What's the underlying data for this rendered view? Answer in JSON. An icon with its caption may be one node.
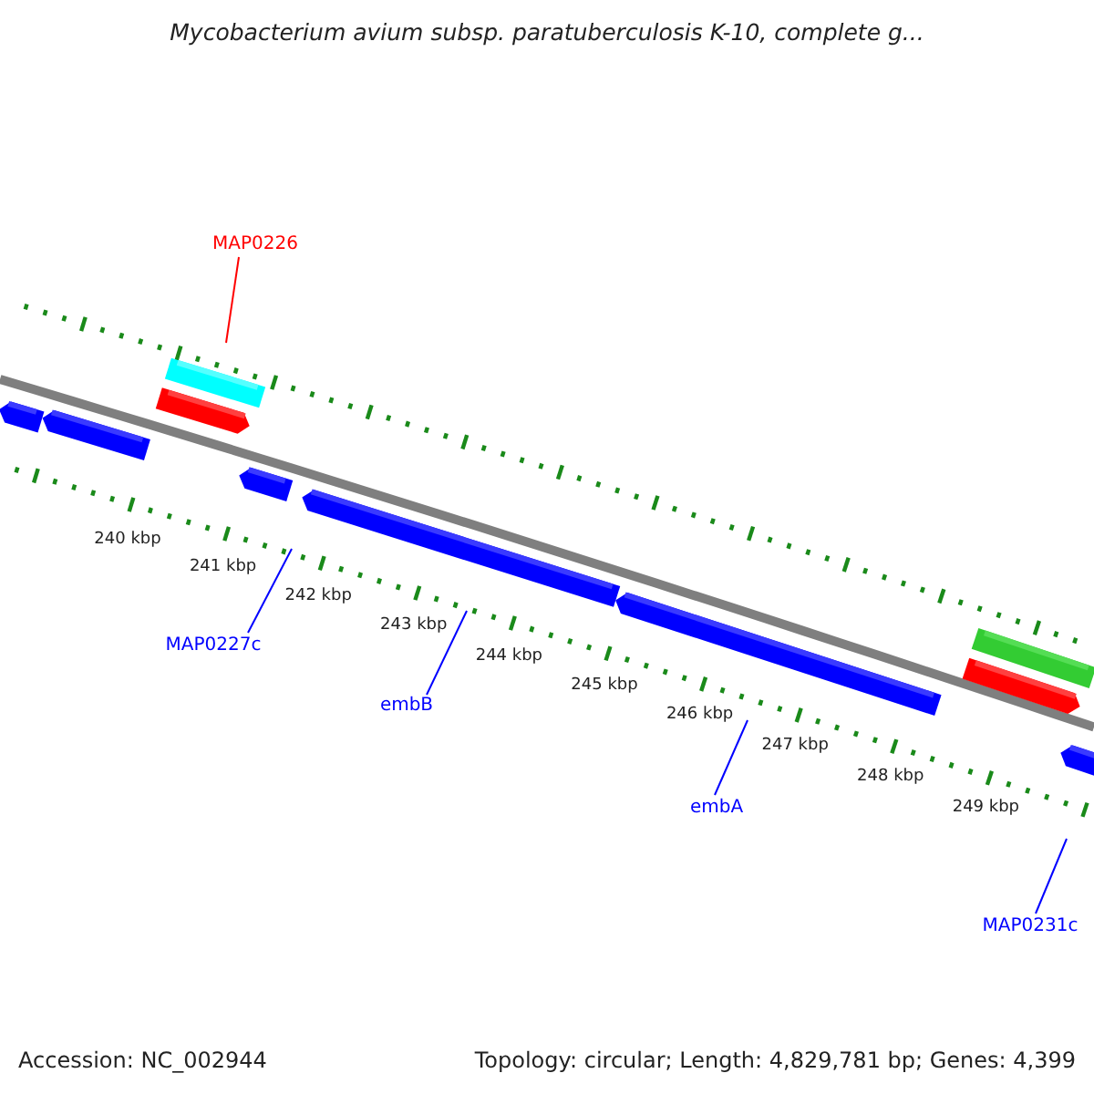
{
  "diagram": {
    "title": "Mycobacterium avium subsp. paratuberculosis K-10, complete g...",
    "nodes": [
      {
        "text": [
          "MAP0226"
        ]
      },
      {
        "text": [
          "MAP0227c"
        ]
      },
      {
        "text": [
          "embB"
        ]
      },
      {
        "text": [
          "embA"
        ]
      },
      {
        "text": [
          "MAP0231c"
        ]
      }
    ],
    "edges": [
      {
        "from": 0,
        "to": null,
        "arrow": "none",
        "color": "#ff0000"
      },
      {
        "from": 1,
        "to": null,
        "arrow": "none"
      },
      {
        "from": 2,
        "to": null,
        "arrow": "none"
      },
      {
        "from": 3,
        "to": null,
        "arrow": "none"
      },
      {
        "from": 4,
        "to": null,
        "arrow": "none"
      }
    ],
    "labels": [
      "240 kbp",
      "241 kbp",
      "242 kbp",
      "243 kbp",
      "244 kbp",
      "245 kbp",
      "246 kbp",
      "247 kbp",
      "248 kbp",
      "249 kbp",
      "Accession: NC_002944",
      "Topology: circular; Length: 4,829,781 bp; Genes: 4,399"
    ]
  }
}
